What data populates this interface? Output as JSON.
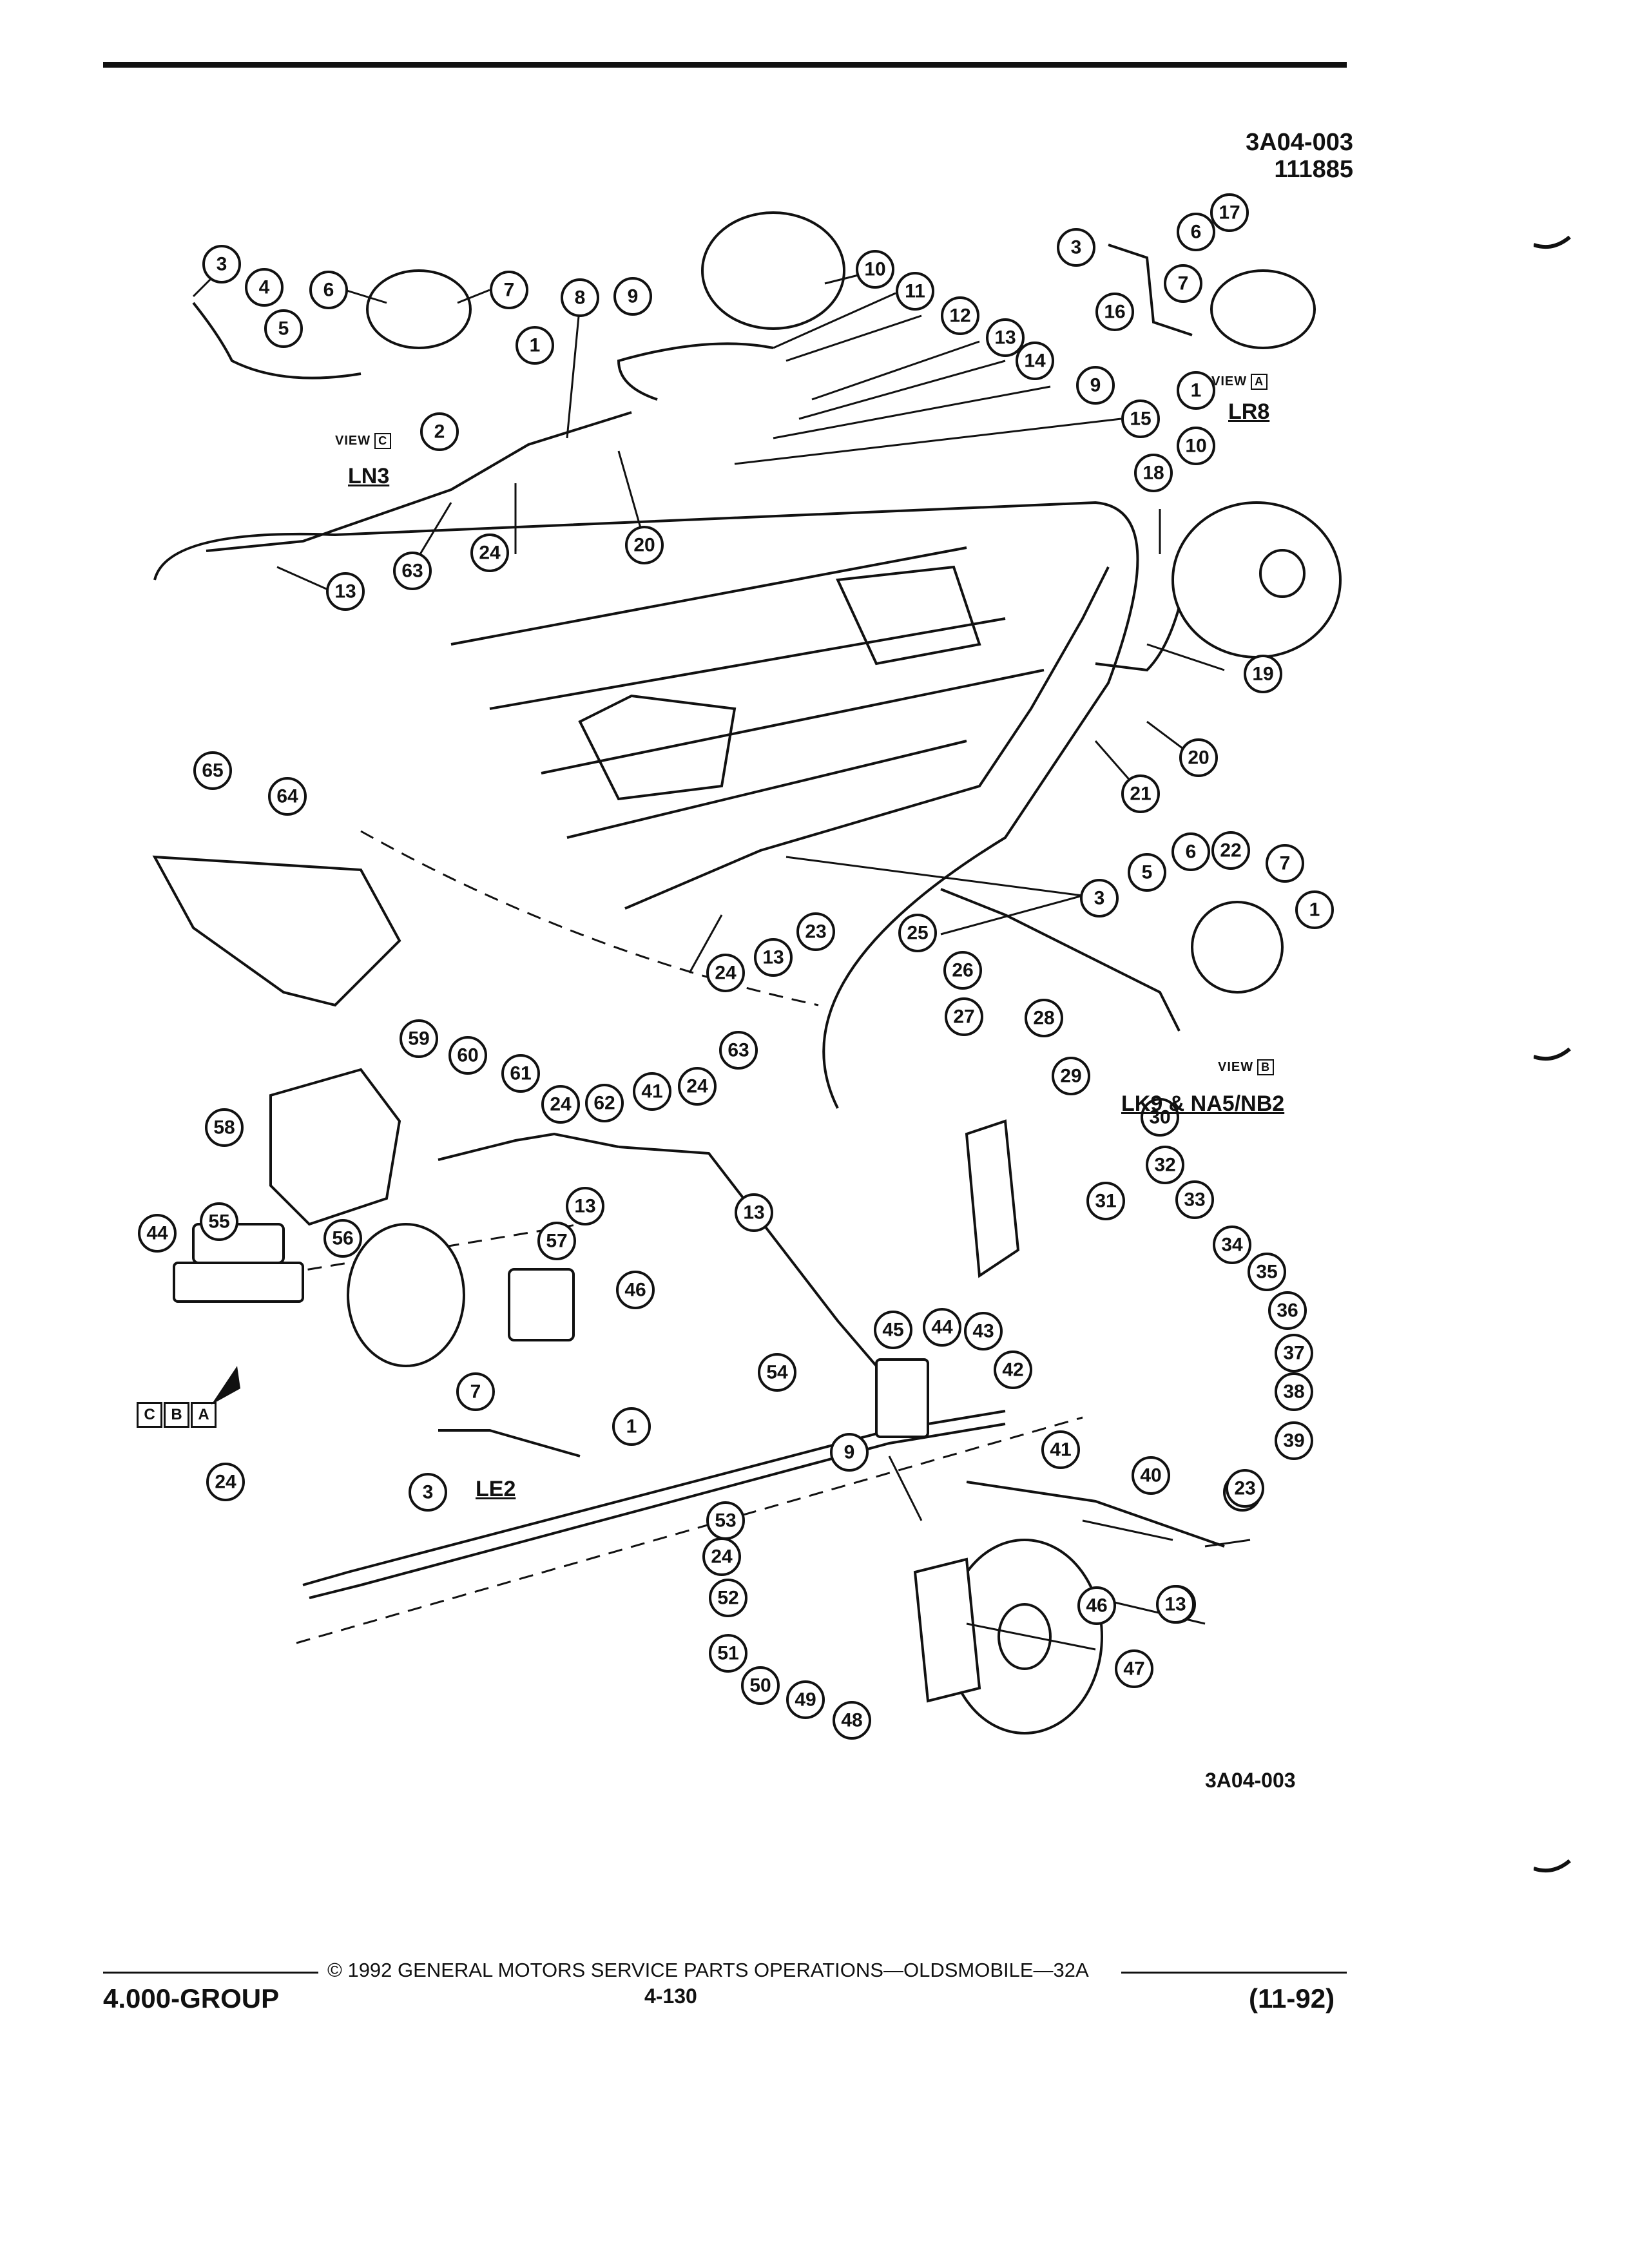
{
  "header": {
    "figure_code": "3A04-003",
    "date_code": "111885"
  },
  "variants": {
    "lr8": "LR8",
    "ln3": "LN3",
    "le2": "LE2",
    "lk9": "LK9 & NA5/NB2",
    "view_word": "VIEW",
    "view_a": "A",
    "view_b": "B",
    "view_c": "C"
  },
  "view_arrow_letters": [
    "C",
    "B",
    "A"
  ],
  "callouts": [
    "3",
    "4",
    "6",
    "7",
    "5",
    "1",
    "2",
    "8",
    "9",
    "10",
    "11",
    "12",
    "13",
    "14",
    "9",
    "15",
    "20",
    "24",
    "63",
    "13",
    "3",
    "16",
    "6",
    "17",
    "7",
    "1",
    "10",
    "18",
    "19",
    "20",
    "21",
    "65",
    "64",
    "23",
    "24",
    "13",
    "25",
    "3",
    "5",
    "6",
    "22",
    "7",
    "1",
    "26",
    "27",
    "28",
    "29",
    "30",
    "32",
    "31",
    "33",
    "34",
    "35",
    "36",
    "37",
    "38",
    "39",
    "59",
    "60",
    "61",
    "24",
    "63",
    "41",
    "24",
    "62",
    "58",
    "44",
    "55",
    "13",
    "13",
    "46",
    "56",
    "57",
    "45",
    "44",
    "43",
    "54",
    "42",
    "7",
    "1",
    "3",
    "24",
    "9",
    "53",
    "24",
    "52",
    "51",
    "50",
    "49",
    "48",
    "47",
    "46",
    "13",
    "41",
    "40",
    "24",
    "23",
    "13"
  ],
  "figure_id": "3A04-003",
  "footer": {
    "copyright": "© 1992 GENERAL MOTORS SERVICE PARTS OPERATIONS—OLDSMOBILE—32A",
    "group": "4.000-GROUP",
    "page": "4-130",
    "date": "(11-92)"
  }
}
